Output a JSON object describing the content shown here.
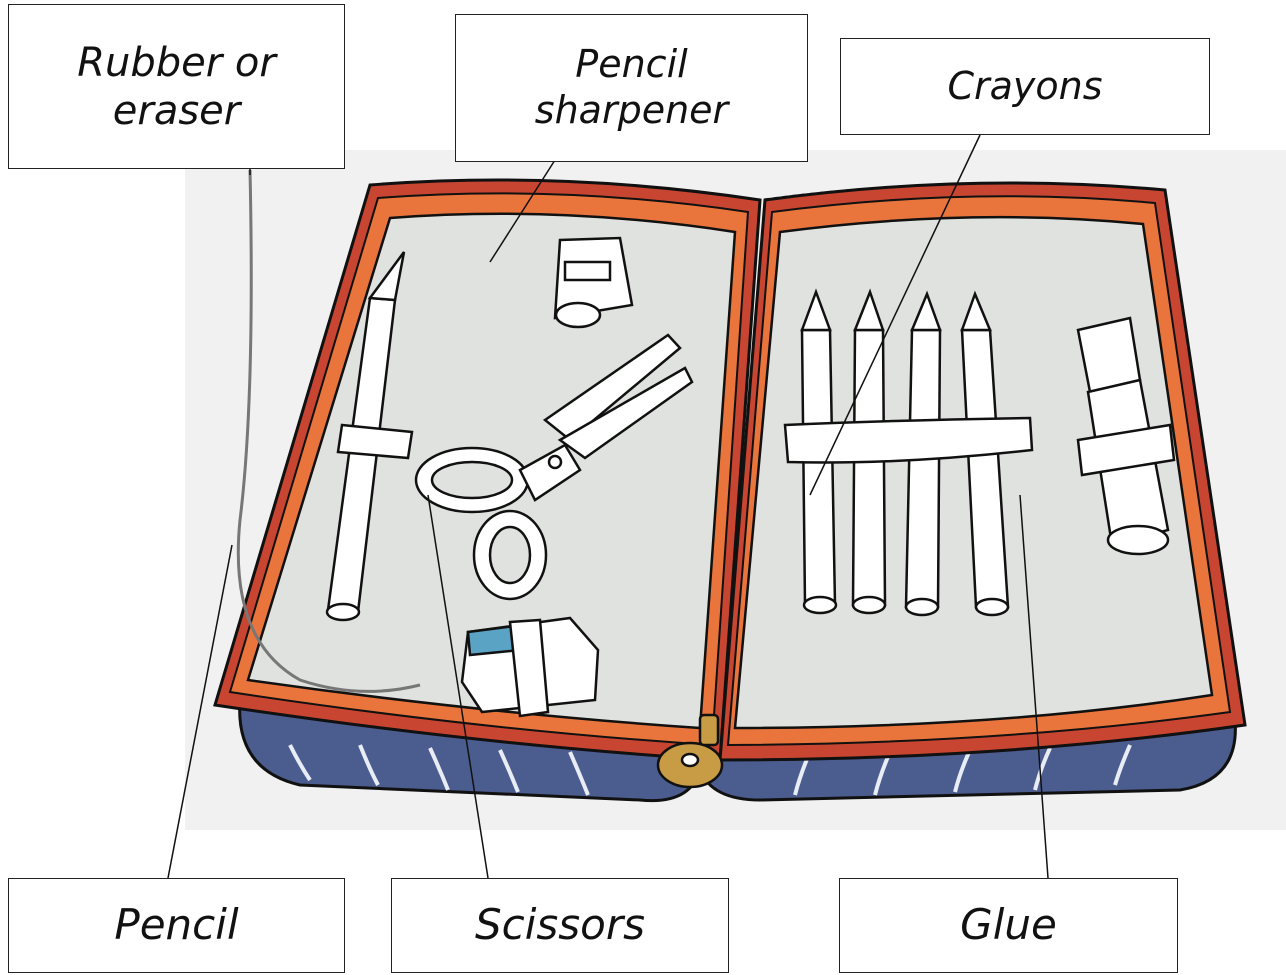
{
  "labels": {
    "rubber": "Rubber or\neraser",
    "sharpener": "Pencil\nsharpener",
    "crayons": "Crayons",
    "pencil": "Pencil",
    "scissors": "Scissors",
    "glue": "Glue"
  },
  "colors": {
    "case_lining": "#dfe2de",
    "case_trim": "#e9753c",
    "case_border": "#c84631",
    "case_bottom": "#4b5c8e",
    "zipper_pull": "#c89b45",
    "eraser_accent": "#5aa3c4",
    "background_panel": "#f1f1f1"
  }
}
